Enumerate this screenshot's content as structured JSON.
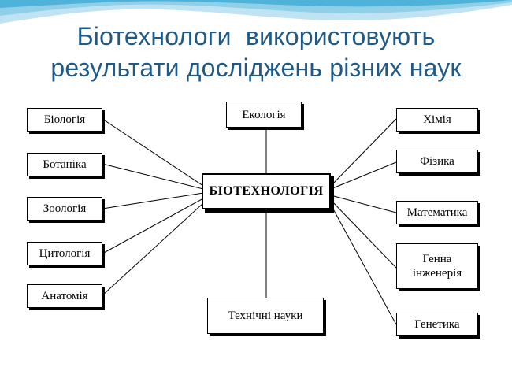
{
  "slide": {
    "title_line1": "Біотехнологи  використовують",
    "title_line2": "результати досліджень різних наук"
  },
  "diagram": {
    "center": "БІОТЕХНОЛОГІЯ",
    "top": "Екологія",
    "bottom": "Технічні науки",
    "left": [
      "Біологія",
      "Ботаніка",
      "Зоологія",
      "Цитологія",
      "Анатомія"
    ],
    "right": [
      "Хімія",
      "Фізика",
      "Математика",
      "Генна\nінженерія",
      "Генетика"
    ]
  }
}
